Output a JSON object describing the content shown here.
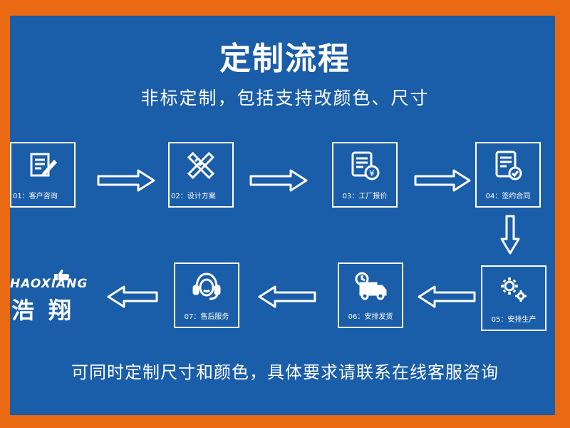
{
  "title": "定制流程",
  "subtitle": "非标定制，包括支持改颜色、尺寸",
  "footer": "可同时定制尺寸和颜色，具体要求请联系在线客服咨询",
  "colors": {
    "background": "#1a5da8",
    "frame": "#ea6a14",
    "foreground": "#ffffff"
  },
  "steps": [
    {
      "label": "01：客户咨询",
      "icon": "edit-document-icon"
    },
    {
      "label": "02：设计方案",
      "icon": "ruler-pencil-icon"
    },
    {
      "label": "03：工厂报价",
      "icon": "price-quote-icon"
    },
    {
      "label": "04：签约合同",
      "icon": "contract-check-icon"
    },
    {
      "label": "05：安排生产",
      "icon": "gears-icon"
    },
    {
      "label": "06：安排发货",
      "icon": "delivery-truck-icon"
    },
    {
      "label": "07：售后服务",
      "icon": "headset-support-icon"
    }
  ],
  "logo": {
    "latin": "HAOXIANG",
    "han": "浩翔"
  }
}
